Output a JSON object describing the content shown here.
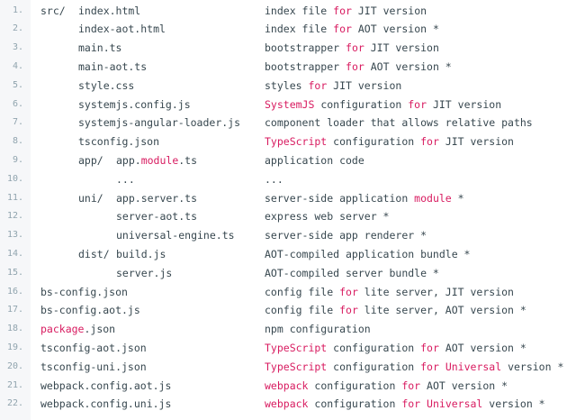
{
  "lines": [
    {
      "num": "1.",
      "indent": 0,
      "prefix": "src/",
      "file": [
        "index.html"
      ],
      "desc": [
        "index file ",
        {
          "k": "for"
        },
        " JIT version"
      ]
    },
    {
      "num": "2.",
      "indent": 1,
      "prefix": "",
      "file": [
        "index-aot.html"
      ],
      "desc": [
        "index file ",
        {
          "k": "for"
        },
        " AOT version *"
      ]
    },
    {
      "num": "3.",
      "indent": 1,
      "prefix": "",
      "file": [
        "main.ts"
      ],
      "desc": [
        "bootstrapper ",
        {
          "k": "for"
        },
        " JIT version"
      ]
    },
    {
      "num": "4.",
      "indent": 1,
      "prefix": "",
      "file": [
        "main-aot.ts"
      ],
      "desc": [
        "bootstrapper ",
        {
          "k": "for"
        },
        " AOT version *"
      ]
    },
    {
      "num": "5.",
      "indent": 1,
      "prefix": "",
      "file": [
        "style.css"
      ],
      "desc": [
        "styles ",
        {
          "k": "for"
        },
        " JIT version"
      ]
    },
    {
      "num": "6.",
      "indent": 1,
      "prefix": "",
      "file": [
        "systemjs.config.js"
      ],
      "desc": [
        {
          "k": "SystemJS"
        },
        " configuration ",
        {
          "k": "for"
        },
        " JIT version"
      ]
    },
    {
      "num": "7.",
      "indent": 1,
      "prefix": "",
      "file": [
        "systemjs-angular-loader.js"
      ],
      "desc": [
        "component loader that allows relative paths"
      ]
    },
    {
      "num": "8.",
      "indent": 1,
      "prefix": "",
      "file": [
        "tsconfig.json"
      ],
      "desc": [
        {
          "k": "TypeScript"
        },
        " configuration ",
        {
          "k": "for"
        },
        " JIT version"
      ]
    },
    {
      "num": "9.",
      "indent": 1,
      "prefix": "app/",
      "file": [
        "app.",
        {
          "k": "module"
        },
        ".ts"
      ],
      "desc": [
        "application code"
      ]
    },
    {
      "num": "10.",
      "indent": 2,
      "prefix": "",
      "file": [
        "..."
      ],
      "desc": [
        "..."
      ]
    },
    {
      "num": "11.",
      "indent": 1,
      "prefix": "uni/",
      "file": [
        "app.server.ts"
      ],
      "desc": [
        "server-side application ",
        {
          "k": "module"
        },
        " *"
      ]
    },
    {
      "num": "12.",
      "indent": 2,
      "prefix": "",
      "file": [
        "server-aot.ts"
      ],
      "desc": [
        "express web server *"
      ]
    },
    {
      "num": "13.",
      "indent": 2,
      "prefix": "",
      "file": [
        "universal-engine.ts"
      ],
      "desc": [
        "server-side app renderer *"
      ]
    },
    {
      "num": "14.",
      "indent": 1,
      "prefix": "dist/",
      "file": [
        "build.js"
      ],
      "desc": [
        "AOT-compiled application bundle *"
      ]
    },
    {
      "num": "15.",
      "indent": 2,
      "prefix": "",
      "file": [
        "server.js"
      ],
      "desc": [
        "AOT-compiled server bundle *"
      ]
    },
    {
      "num": "16.",
      "indent": 0,
      "prefix": "",
      "file": [
        "bs-config.json"
      ],
      "desc": [
        "config file ",
        {
          "k": "for"
        },
        " lite server, JIT version"
      ]
    },
    {
      "num": "17.",
      "indent": 0,
      "prefix": "",
      "file": [
        "bs-config.aot.js"
      ],
      "desc": [
        "config file ",
        {
          "k": "for"
        },
        " lite server, AOT version *"
      ]
    },
    {
      "num": "18.",
      "indent": 0,
      "prefix": "",
      "file": [
        {
          "k": "package"
        },
        ".json"
      ],
      "desc": [
        "npm configuration"
      ]
    },
    {
      "num": "19.",
      "indent": 0,
      "prefix": "",
      "file": [
        "tsconfig-aot.json"
      ],
      "desc": [
        {
          "k": "TypeScript"
        },
        " configuration ",
        {
          "k": "for"
        },
        " AOT version *"
      ]
    },
    {
      "num": "20.",
      "indent": 0,
      "prefix": "",
      "file": [
        "tsconfig-uni.json"
      ],
      "desc": [
        {
          "k": "TypeScript"
        },
        " configuration ",
        {
          "k": "for"
        },
        " ",
        {
          "k": "Universal"
        },
        " version *"
      ]
    },
    {
      "num": "21.",
      "indent": 0,
      "prefix": "",
      "file": [
        "webpack.config.aot.js"
      ],
      "desc": [
        {
          "k": "webpack"
        },
        " configuration ",
        {
          "k": "for"
        },
        " AOT version *"
      ]
    },
    {
      "num": "22.",
      "indent": 0,
      "prefix": "",
      "file": [
        "webpack.config.uni.js"
      ],
      "desc": [
        {
          "k": "webpack"
        },
        " configuration ",
        {
          "k": "for"
        },
        " ",
        {
          "k": "Universal"
        },
        " version *"
      ]
    }
  ],
  "colors": {
    "keyword": "#d81b60",
    "text": "#37474f",
    "line_number": "#90a4ae"
  }
}
